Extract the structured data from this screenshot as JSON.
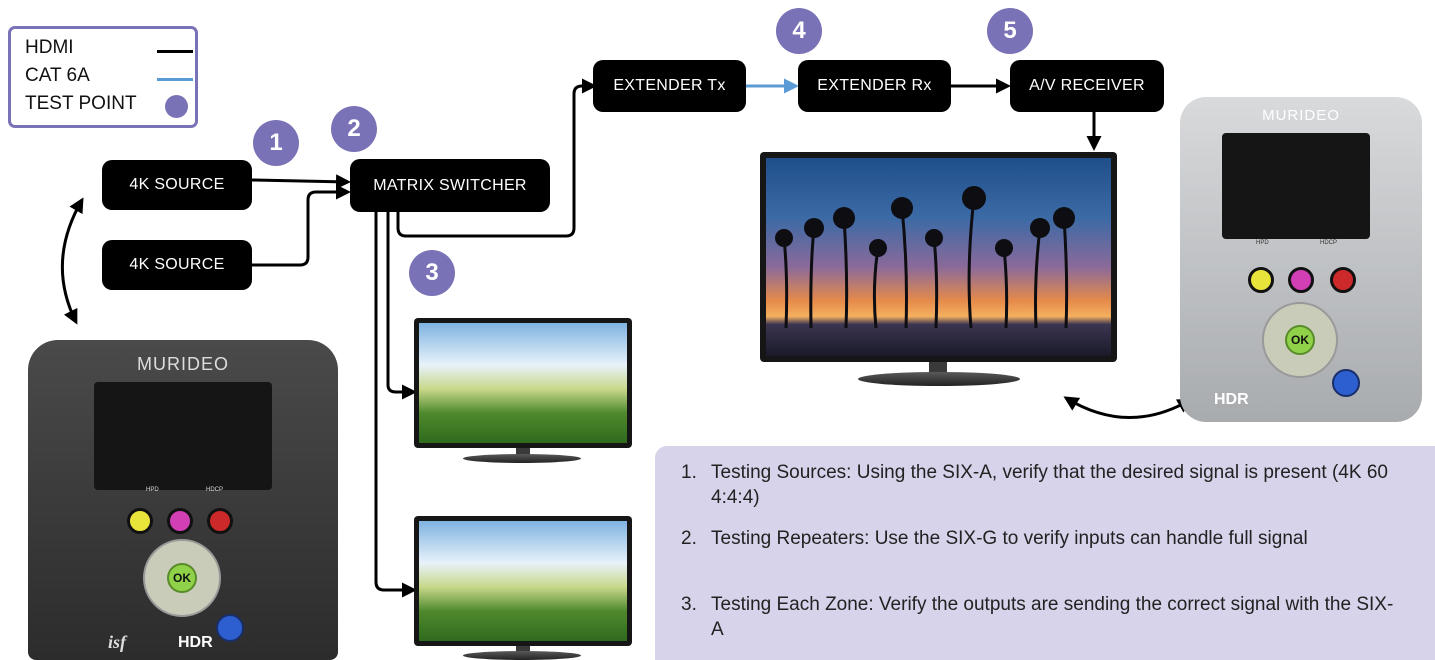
{
  "legend": {
    "items": [
      {
        "label": "HDMI",
        "color": "#000000",
        "kind": "line"
      },
      {
        "label": "CAT 6A",
        "color": "#5b9bd5",
        "kind": "line"
      },
      {
        "label": "TEST POINT",
        "color": "#7a72b6",
        "kind": "dot"
      }
    ]
  },
  "nodes": {
    "source_1": "4K SOURCE",
    "source_2": "4K SOURCE",
    "matrix": "MATRIX SWITCHER",
    "extender_tx": "EXTENDER Tx",
    "extender_rx": "EXTENDER Rx",
    "av_receiver": "A/V RECEIVER"
  },
  "test_points": [
    "1",
    "2",
    "3",
    "4",
    "5"
  ],
  "colors": {
    "test_point": "#7a72b6",
    "hdmi": "#000000",
    "cat6a": "#5b9bd5",
    "notes_bg": "#d6d3ea"
  },
  "devices": {
    "left": {
      "brand": "MURIDEO",
      "hpd": "HPD",
      "hdcp": "HDCP",
      "ok": "OK",
      "logo": "HDR",
      "isf": "isf"
    },
    "right": {
      "brand": "MURIDEO",
      "hpd": "HPD",
      "hdcp": "HDCP",
      "ok": "OK",
      "logo": "HDR"
    }
  },
  "notes": [
    {
      "num": "1.",
      "text": "Testing Sources: Using the SIX-A, verify that the desired signal is present (4K 60 4:4:4)"
    },
    {
      "num": "2.",
      "text": "Testing Repeaters: Use the SIX-G to verify inputs can handle full signal"
    },
    {
      "num": "3.",
      "text": "Testing Each Zone: Verify the outputs are sending the correct signal with the SIX-A"
    }
  ]
}
